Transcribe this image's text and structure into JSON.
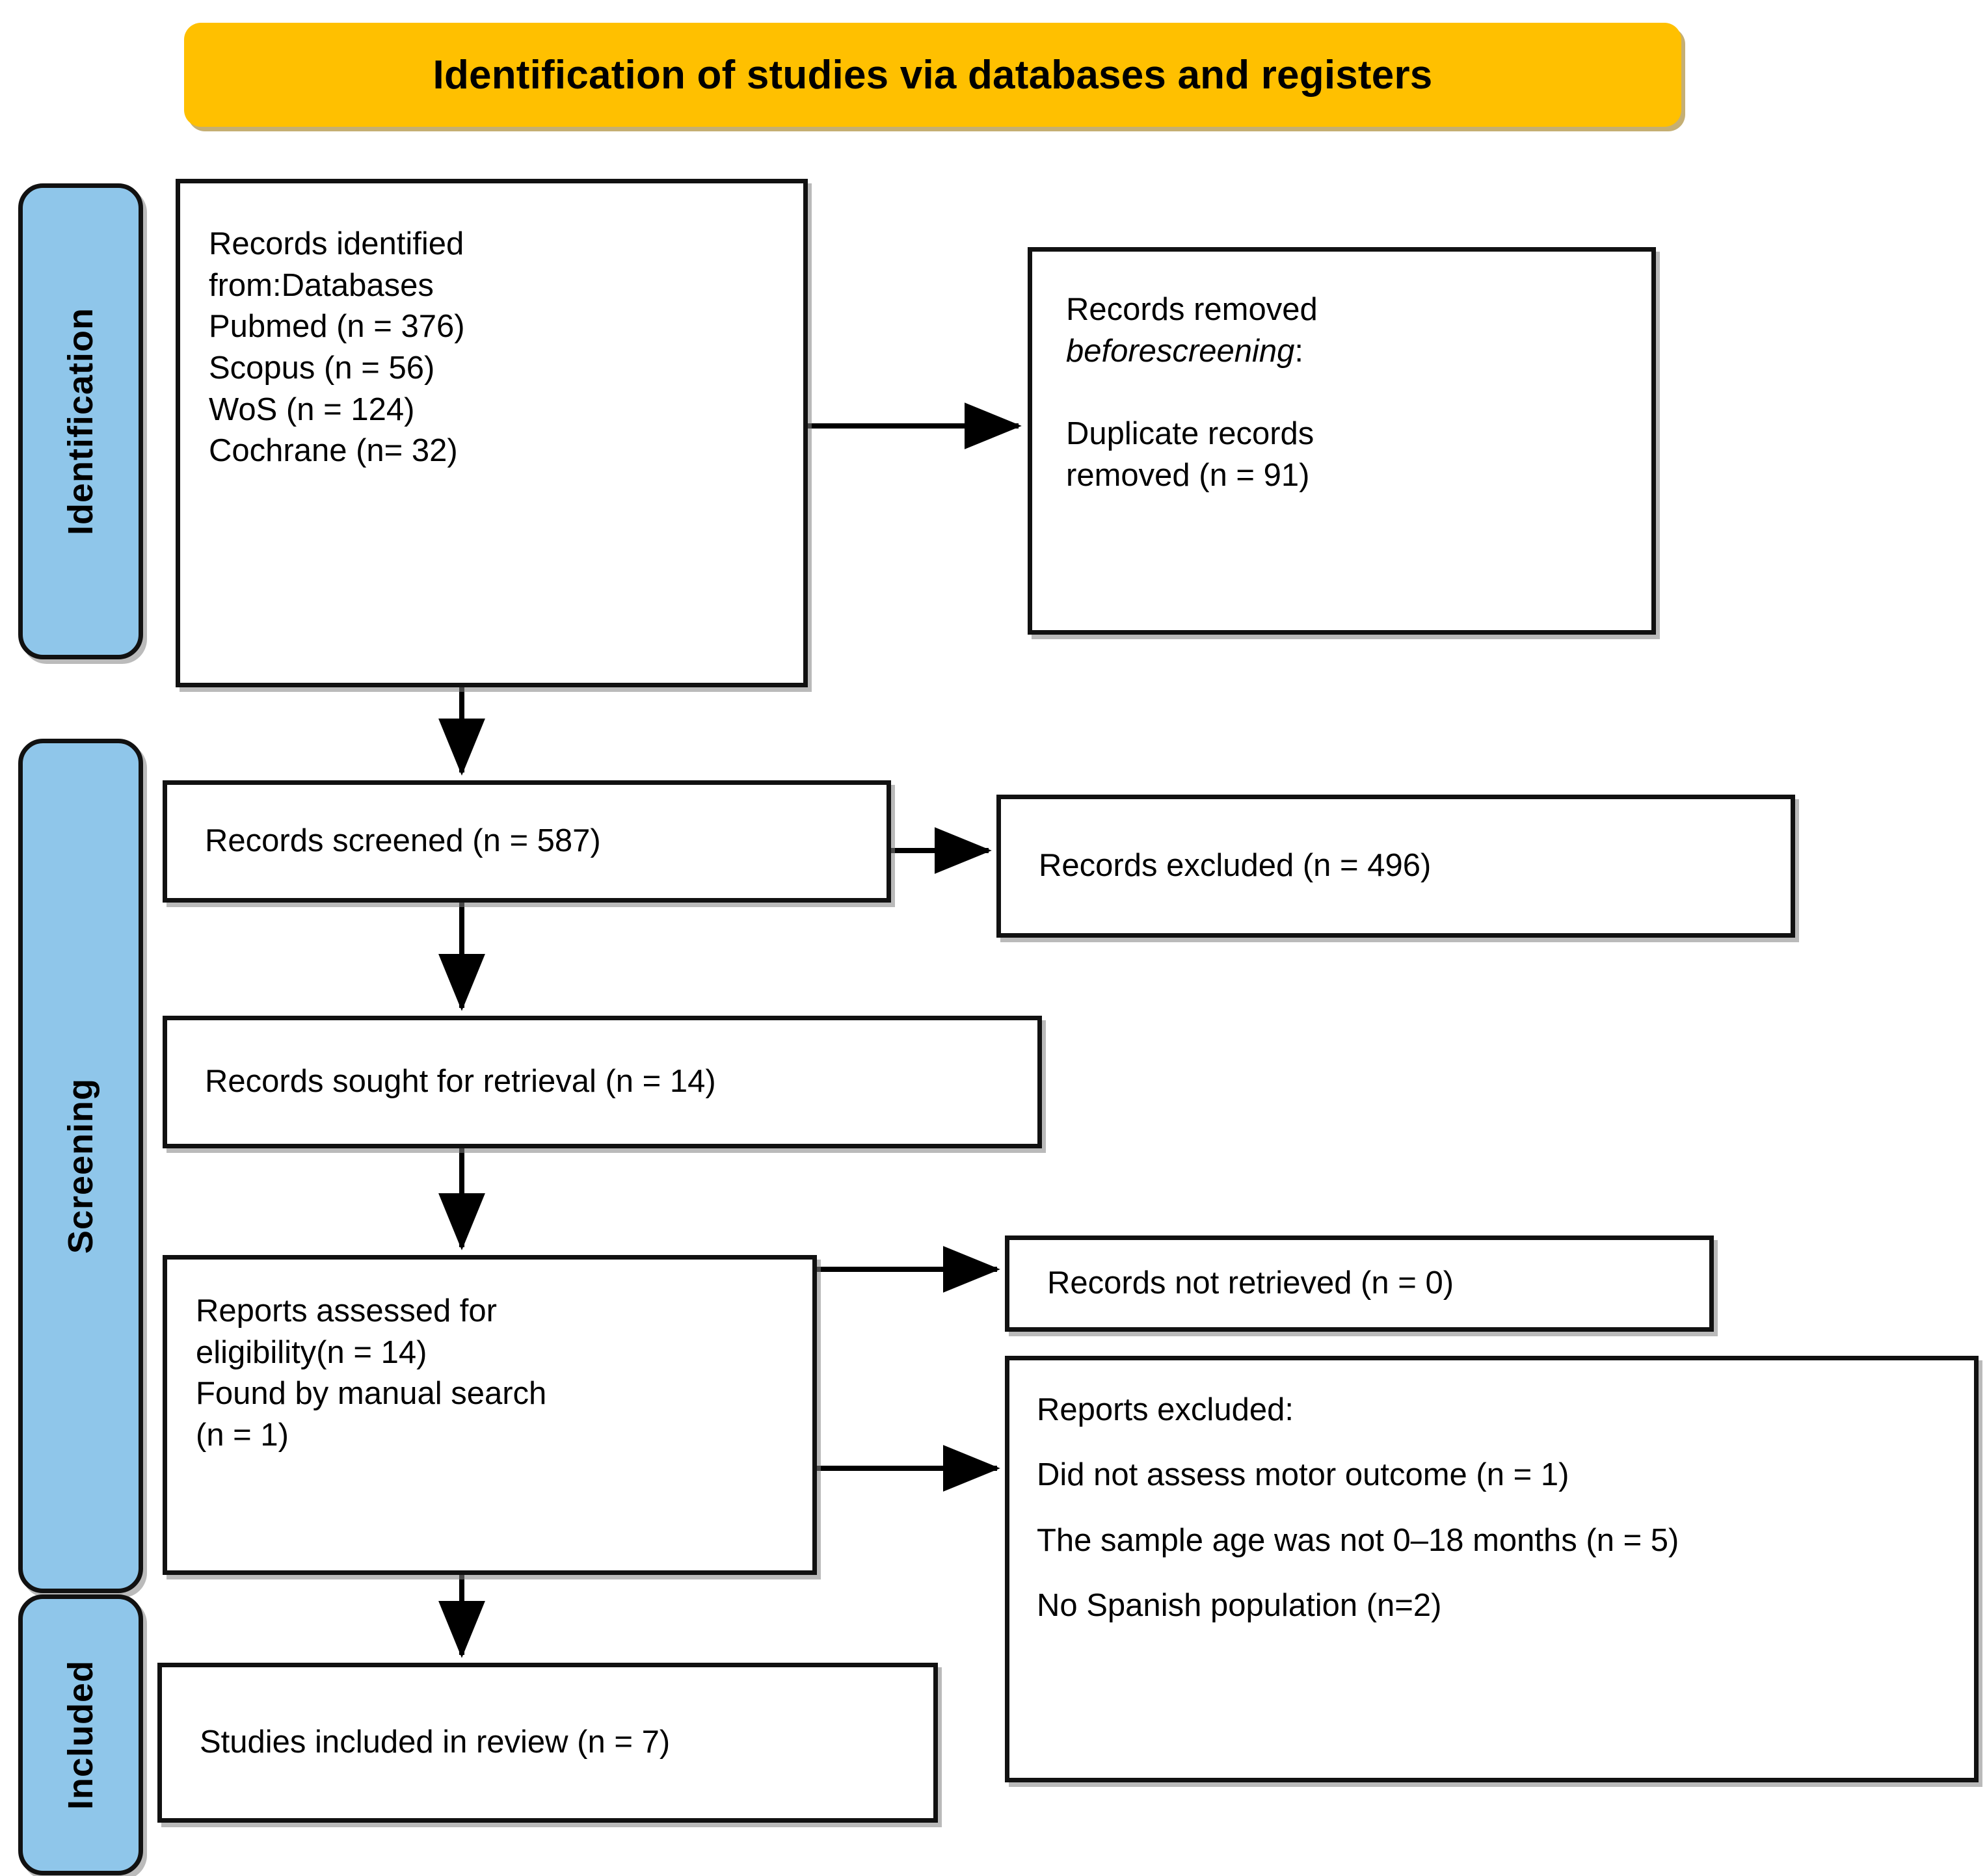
{
  "banner": {
    "title": "Identification of studies via databases and registers"
  },
  "stages": [
    {
      "id": "identification",
      "label": "Identification"
    },
    {
      "id": "screening",
      "label": "Screening"
    },
    {
      "id": "included",
      "label": "Included"
    }
  ],
  "boxes": {
    "identified": {
      "line1": "Records identified",
      "line2": "from:Databases",
      "sources": [
        "   Pubmed (n = 376)",
        "   Scopus (n = 56)",
        "   WoS (n = 124)",
        "   Cochrane (n= 32)"
      ],
      "text": "Records identified\nfrom:Databases\n   Pubmed (n = 376)\n   Scopus (n = 56)\n   WoS (n = 124)\n   Cochrane (n= 32)"
    },
    "removed": {
      "line1": "Records removed",
      "line2_italic": "beforescreening",
      "line2_suffix": ":",
      "line3": "    Duplicate records",
      "line4": "    removed (n = 91)"
    },
    "screened": {
      "text": "Records screened (n = 587)"
    },
    "excluded": {
      "text": "Records excluded (n = 496)"
    },
    "sought": {
      "text": "Records sought for retrieval (n = 14)"
    },
    "assessed": {
      "text": "Reports assessed for\neligibility(n = 14)\nFound by manual search\n(n = 1)"
    },
    "not_retrieved": {
      "text": "Records not retrieved (n = 0)"
    },
    "reports_excluded": {
      "heading": "Reports excluded:",
      "reasons": [
        "Did not assess motor outcome (n = 1)",
        "The sample age was not 0–18 months (n = 5)",
        "No Spanish population (n=2)"
      ],
      "text": "Reports excluded:\nDid not assess motor outcome (n = 1)\nThe sample age was not 0–18 months (n = 5)\nNo Spanish population (n=2)"
    },
    "studies_included": {
      "text": "Studies included in review (n = 7)"
    }
  },
  "colors": {
    "banner_fill": "#FFC000",
    "stage_bar_fill": "#8FC6EA",
    "box_border": "#111111",
    "box_fill": "#FFFFFF",
    "connector": "#000000"
  },
  "chart_data": {
    "type": "diagram",
    "title": "Identification of studies via databases and registers",
    "nodes": [
      {
        "id": "identified",
        "stage": "Identification",
        "label": "Records identified from:Databases",
        "counts": {
          "Pubmed": 376,
          "Scopus": 56,
          "WoS": 124,
          "Cochrane": 32
        }
      },
      {
        "id": "removed",
        "stage": "Identification",
        "label": "Records removed before screening: Duplicate records removed",
        "n": 91
      },
      {
        "id": "screened",
        "stage": "Screening",
        "label": "Records screened",
        "n": 587
      },
      {
        "id": "excluded",
        "stage": "Screening",
        "label": "Records excluded",
        "n": 496
      },
      {
        "id": "sought",
        "stage": "Screening",
        "label": "Records sought for retrieval",
        "n": 14
      },
      {
        "id": "assessed",
        "stage": "Screening",
        "label": "Reports assessed for eligibility",
        "n": 14,
        "manual_search_n": 1
      },
      {
        "id": "not_retrieved",
        "stage": "Screening",
        "label": "Records not retrieved",
        "n": 0
      },
      {
        "id": "reports_excluded",
        "stage": "Screening",
        "label": "Reports excluded",
        "reasons": [
          {
            "reason": "Did not assess motor outcome",
            "n": 1
          },
          {
            "reason": "The sample age was not 0–18 months",
            "n": 5
          },
          {
            "reason": "No Spanish population",
            "n": 2
          }
        ]
      },
      {
        "id": "studies_included",
        "stage": "Included",
        "label": "Studies included in review",
        "n": 7
      }
    ],
    "edges": [
      {
        "from": "identified",
        "to": "removed"
      },
      {
        "from": "identified",
        "to": "screened"
      },
      {
        "from": "screened",
        "to": "excluded"
      },
      {
        "from": "screened",
        "to": "sought"
      },
      {
        "from": "sought",
        "to": "assessed"
      },
      {
        "from": "assessed",
        "to": "not_retrieved"
      },
      {
        "from": "assessed",
        "to": "reports_excluded"
      },
      {
        "from": "assessed",
        "to": "studies_included"
      }
    ]
  }
}
